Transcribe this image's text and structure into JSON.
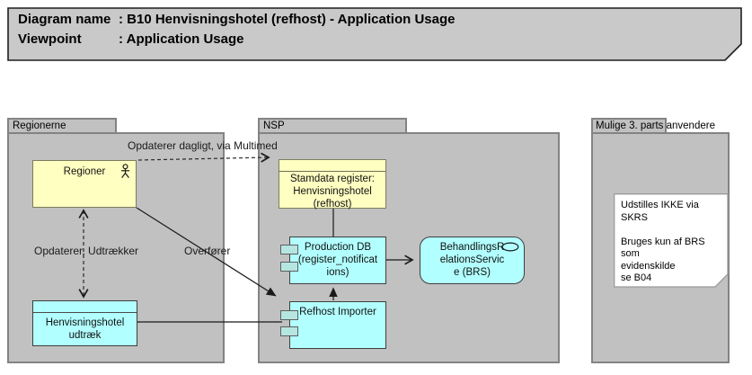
{
  "title_note": {
    "rows": [
      {
        "label": "Diagram name",
        "value": ": B10 Henvisningshotel (refhost) - Application Usage"
      },
      {
        "label": "Viewpoint",
        "value": ": Application Usage"
      }
    ]
  },
  "groups": {
    "regionerne": {
      "label": "Regionerne"
    },
    "nsp": {
      "label": "NSP"
    },
    "mulige": {
      "label": "Mulige 3. parts anvendere"
    }
  },
  "nodes": {
    "regioner": {
      "label": "Regioner",
      "icon": "actor-icon"
    },
    "henvisningshotel_udtraek": {
      "label": "Henvisningshotel\nudtræk"
    },
    "stamdata_register": {
      "label": "Stamdata register:\nHenvisningshotel\n(refhost)"
    },
    "production_db": {
      "label": "Production DB\n(register_notificat\nions)"
    },
    "refhost_importer": {
      "label": "Refhost Importer"
    },
    "brs": {
      "label": "BehandlingsR\nelationsServic\ne (BRS)",
      "icon": "service-oval-icon"
    }
  },
  "note": {
    "text": "Udstilles IKKE via SKRS\n\nBruges kun af BRS som\nevidenskilde\nse B04"
  },
  "edge_labels": {
    "opdaterer_dagligt": "Opdaterer dagligt, via Multimed",
    "opdaterer_udtraekker": "Opdaterer, Udtrækker",
    "overfoerer": "Overfører"
  },
  "colors": {
    "group_fill": "#c1c1c1",
    "group_border": "#838383",
    "yellow_fill": "#ffffc2",
    "cyan_fill": "#b2ffff",
    "component_tab_fill": "#b5e6e2",
    "title_note_fill": "#c9c9c9",
    "note_fill": "#ffffff"
  }
}
